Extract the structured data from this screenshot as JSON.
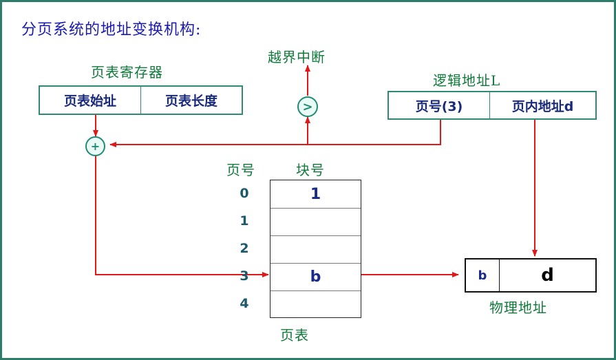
{
  "title": "分页系统的地址变换机构:",
  "register": {
    "label": "页表寄存器",
    "start_label": "页表始址",
    "length_label": "页表长度"
  },
  "interrupt_label": "越界中断",
  "compare_symbol": ">",
  "add_symbol": "+",
  "logical": {
    "label": "逻辑地址L",
    "page_number": "页号(3)",
    "offset": "页内地址d"
  },
  "page_table": {
    "col_page_number": "页号",
    "col_block_number": "块号",
    "rows": [
      {
        "index": "0",
        "block": "1"
      },
      {
        "index": "1",
        "block": ""
      },
      {
        "index": "2",
        "block": ""
      },
      {
        "index": "3",
        "block": "b"
      },
      {
        "index": "4",
        "block": ""
      }
    ],
    "caption": "页表"
  },
  "physical": {
    "block": "b",
    "offset": "d",
    "label": "物理地址"
  },
  "colors": {
    "border": "#2e7d6b",
    "arrow": "#e01818",
    "title": "#1a1ab0",
    "label": "#0f7a3a"
  }
}
